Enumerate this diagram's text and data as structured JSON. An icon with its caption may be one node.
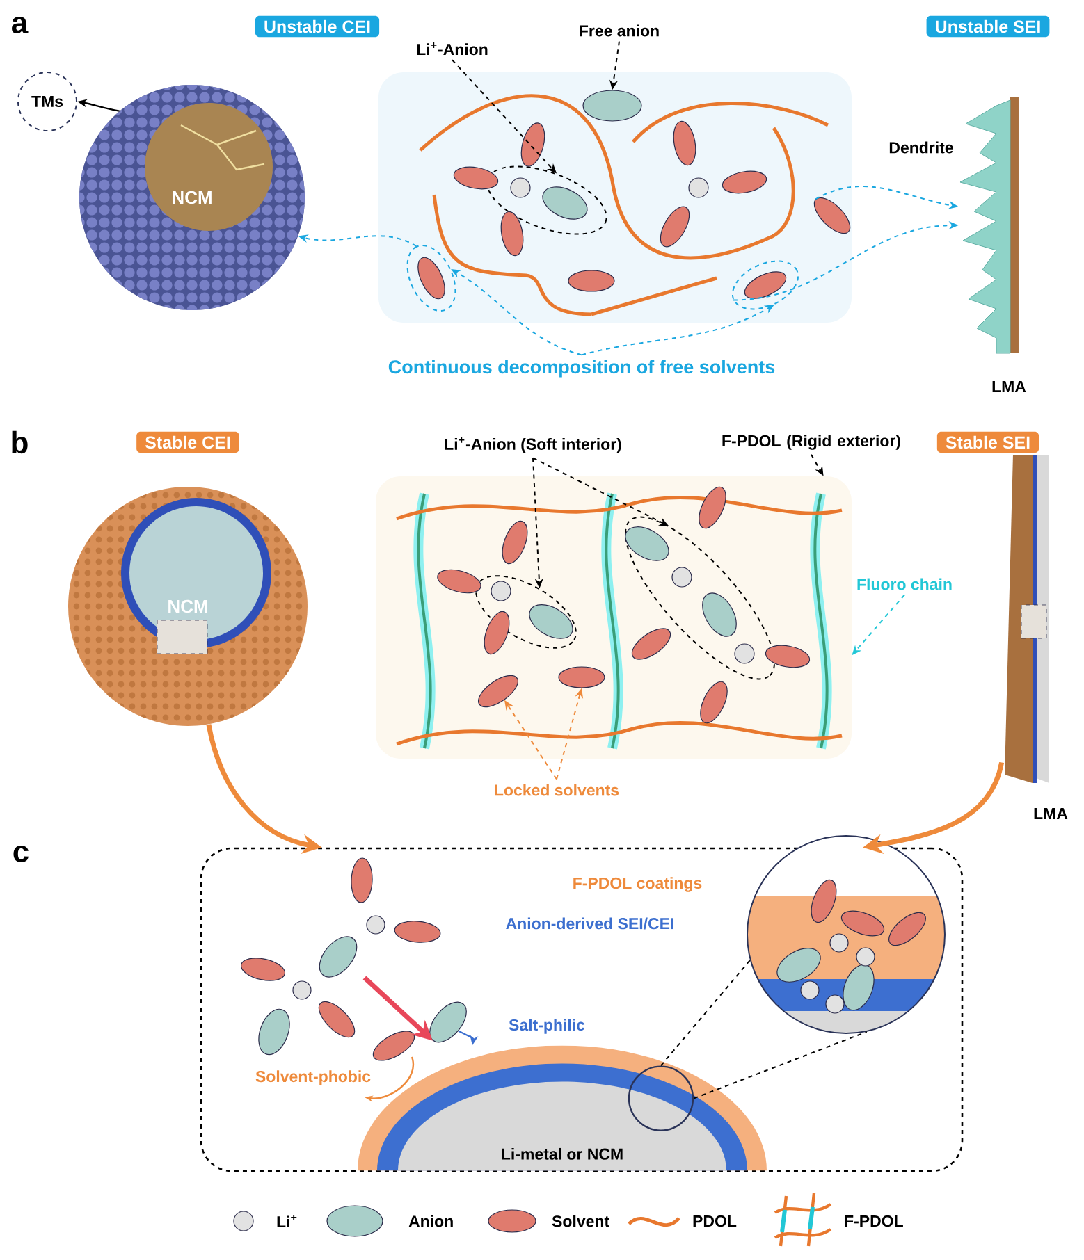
{
  "diagram": {
    "nodes": [
      {
        "text": [
          "Unstable CEI"
        ]
      },
      {
        "text": [
          "Unstable SEI"
        ]
      },
      {
        "text": [
          "NCM"
        ]
      },
      {
        "text": [
          "TMs"
        ]
      },
      {
        "text": [
          "Li$^{+}$-Anion"
        ]
      },
      {
        "text": [
          "Free anion"
        ]
      },
      {
        "text": [],
        "shape": "box"
      },
      {
        "text": [],
        "shape": "ellipse",
        "in": 6
      },
      {
        "text": [],
        "shape": "ellipse",
        "in": 6
      },
      {
        "text": [],
        "shape": "ellipse",
        "in": 6
      },
      {
        "text": [],
        "shape": "ellipse",
        "in": 6
      },
      {
        "text": [],
        "shape": "ellipse",
        "in": 6
      },
      {
        "text": [],
        "shape": "picture",
        "beside": [
          "Dendrite",
          "LMA"
        ]
      },
      {
        "text": [
          "Continuous decomposition of free solvents"
        ]
      },
      {
        "text": [
          "Stable CEI"
        ]
      },
      {
        "text": [
          "Stable SEI"
        ]
      },
      {
        "text": [
          "NCM"
        ]
      },
      {
        "text": [
          "Li$^{+}$-Anion (Soft interior)"
        ]
      },
      {
        "text": [
          "F-PDOL (Rigid exterior)"
        ]
      },
      {
        "text": [],
        "shape": "box"
      },
      {
        "text": [],
        "shape": "ellipse",
        "in": 19
      },
      {
        "text": [],
        "shape": "ellipse",
        "in": 19
      },
      {
        "text": [],
        "shape": "ellipse",
        "in": 19
      },
      {
        "text": [],
        "shape": "ellipse",
        "in": 19
      },
      {
        "text": [
          "Locked solvents"
        ]
      },
      {
        "text": [
          "Fluoro chain"
        ]
      },
      {
        "text": [],
        "shape": "picture",
        "beside": [
          "LMA"
        ]
      },
      {
        "text": [],
        "shape": "box"
      },
      {
        "text": [
          "Li-metal or NCM"
        ],
        "in": 27
      },
      {
        "text": [],
        "shape": "circle",
        "in": 28
      },
      {
        "text": [],
        "shape": "circle"
      },
      {
        "text": [],
        "shape": "ellipse",
        "in": 27
      },
      {
        "text": [],
        "shape": "ellipse",
        "in": 6
      },
      {
        "text": [],
        "shape": "ellipse",
        "in": 27
      },
      {
        "text": [],
        "shape": "ellipse",
        "in": 27
      },
      {
        "text": [],
        "shape": "ellipse",
        "in": 27
      },
      {
        "text": [],
        "shape": "ellipse",
        "in": 27
      }
    ],
    "edges": [
      {
        "from": 2,
        "to": 3,
        "arrow": "to"
      },
      {
        "from": 4,
        "to": 7,
        "arrow": "to",
        "style": "dashed"
      },
      {
        "from": 5,
        "to": 8,
        "arrow": "to",
        "style": "dashed"
      },
      {
        "from": 13,
        "to": 9,
        "arrow": "to",
        "style": "dashed",
        "color": "#1aa7e0"
      },
      {
        "from": 13,
        "to": 10,
        "arrow": "to",
        "style": "dashed",
        "color": "#1aa7e0"
      },
      {
        "from": 9,
        "to": 2,
        "arrow": "to",
        "style": "dashed",
        "color": "#1aa7e0"
      },
      {
        "from": 10,
        "to": 12,
        "arrow": "to",
        "style": "dashed",
        "color": "#1aa7e0"
      },
      {
        "from": 11,
        "to": 12,
        "arrow": "to",
        "style": "dashed",
        "color": "#1aa7e0"
      },
      {
        "from": 17,
        "to": 20,
        "arrow": "to",
        "style": "dashed"
      },
      {
        "from": 17,
        "to": 21,
        "arrow": "to",
        "style": "dashed"
      },
      {
        "from": 18,
        "to": 19,
        "arrow": "to",
        "style": "dashed"
      },
      {
        "from": 25,
        "to": 19,
        "arrow": "to",
        "style": "dashed",
        "color": "#22c7d6"
      },
      {
        "from": 24,
        "to": 22,
        "arrow": "to",
        "style": "dashed",
        "color": "#ee8a3b"
      },
      {
        "from": 24,
        "to": 23,
        "arrow": "to",
        "style": "dashed",
        "color": "#ee8a3b"
      },
      {
        "from": 16,
        "to": 27,
        "arrow": "to",
        "style": "thick",
        "color": "#ee8a3b"
      },
      {
        "from": 26,
        "to": 27,
        "arrow": "to",
        "style": "thick",
        "color": "#ee8a3b"
      },
      {
        "from": 29,
        "to": 30,
        "arrow": "none",
        "style": "dashed"
      },
      {
        "from": 29,
        "to": 30,
        "arrow": "none",
        "style": "dashed"
      },
      {
        "from": null,
        "to": 31,
        "arrow": "to",
        "style": "thick",
        "color": "#e8475a"
      },
      {
        "from": 31,
        "to": 28,
        "arrow": "to",
        "label": "Salt-philic",
        "color": "#3c6fcf"
      }
    ],
    "labels": [
      "a",
      "b",
      "c",
      "F-PDOL coatings",
      "Anion-derived SEI/CEI",
      "Solvent-phobic"
    ],
    "legend": [
      {
        "text": "Li$^{+}$"
      },
      {
        "text": "Anion"
      },
      {
        "text": "Solvent"
      },
      {
        "text": "PDOL"
      },
      {
        "text": "F-PDOL"
      }
    ]
  }
}
